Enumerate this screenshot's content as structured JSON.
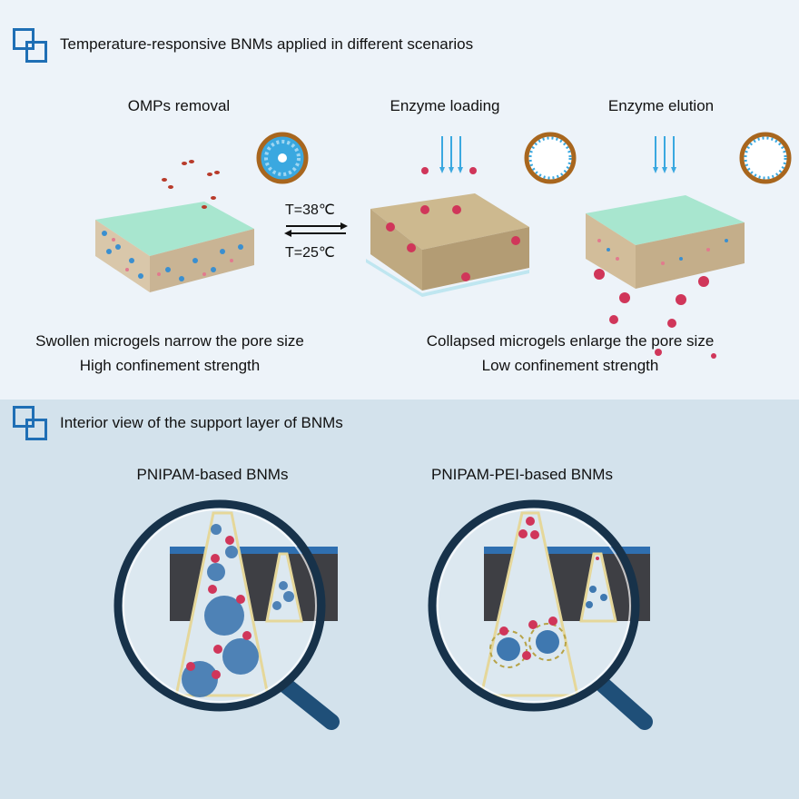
{
  "section1": {
    "title": "Temperature-responsive BNMs applied in different scenarios",
    "icon": "overlapping-squares-icon",
    "panels": [
      {
        "label": "OMPs removal",
        "state": "swollen"
      },
      {
        "label": "Enzyme loading",
        "state": "collapsed"
      },
      {
        "label": "Enzyme elution",
        "state": "collapsed"
      }
    ],
    "transition": {
      "forward": "T=38℃",
      "backward": "T=25℃"
    },
    "captions": {
      "left": [
        "Swollen microgels narrow the pore size",
        "High confinement strength"
      ],
      "right": [
        "Collapsed microgels enlarge the pore size",
        "Low confinement strength"
      ]
    }
  },
  "section2": {
    "title": "Interior view of the support layer of BNMs",
    "icon": "overlapping-squares-icon",
    "panels": [
      {
        "label": "PNIPAM-based BNMs"
      },
      {
        "label": "PNIPAM-PEI-based BNMs"
      }
    ]
  },
  "colors": {
    "accent": "#1f6fb5",
    "top_bg": "#edf3f9",
    "bottom_bg": "#d3e2ec",
    "membrane_top": "#a8e6cf",
    "support": "#d9c7aa",
    "enzyme": "#d0365a",
    "microgel": "#3a8fd0",
    "ring": "#a8661e",
    "lens_rim": "#17324a",
    "handle": "#1f4f78"
  }
}
